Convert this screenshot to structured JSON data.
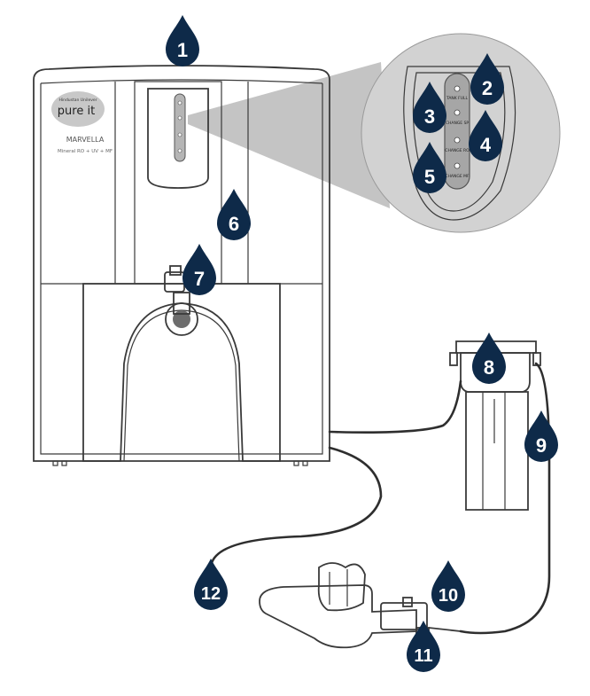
{
  "brand": {
    "tagline": "Hindustan Unilever",
    "logo_text": "pure it",
    "model_name": "MARVELLA",
    "model_sub": "Mineral RO + UV + MF"
  },
  "panel_labels": [
    "",
    "TANK FULL",
    "CHANGE SP",
    "CHANGE RO",
    "CHANGE MF"
  ],
  "callouts": [
    "1",
    "2",
    "3",
    "4",
    "5",
    "6",
    "7",
    "8",
    "9",
    "10",
    "11",
    "12"
  ],
  "colors": {
    "drop": "#0e2a49",
    "zoom_circle": "#cfcfcf",
    "zoom_beam": "#bdbdbd",
    "outline": "#3a3a3a"
  },
  "icons": {
    "drop": "water-drop-icon"
  }
}
